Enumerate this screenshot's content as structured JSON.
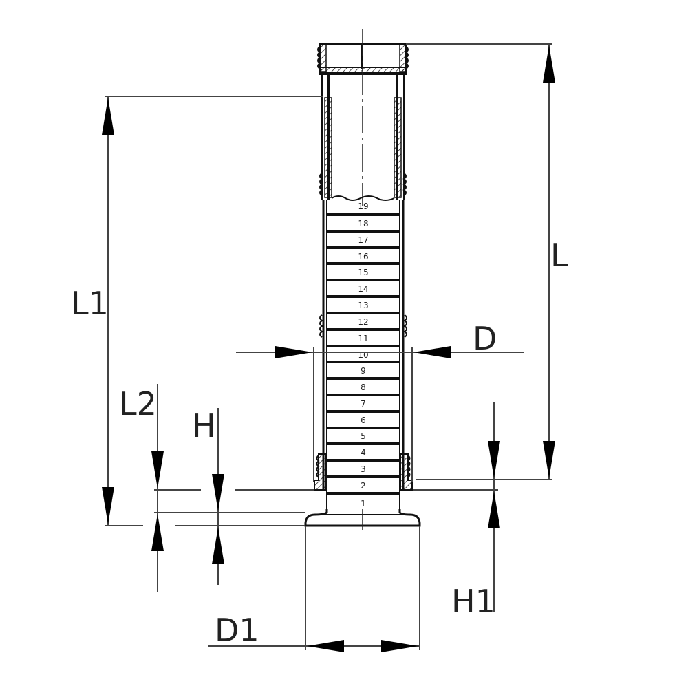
{
  "diagram": {
    "type": "technical-drawing",
    "subject": "adjustable telescopic support with numbered height segments",
    "dimension_labels": {
      "L": "L",
      "L1": "L1",
      "L2": "L2",
      "H": "H",
      "H1": "H1",
      "D": "D",
      "D1": "D1"
    },
    "segments": [
      "1",
      "2",
      "3",
      "4",
      "5",
      "6",
      "7",
      "8",
      "9",
      "10",
      "11",
      "12",
      "13",
      "14",
      "15",
      "16",
      "17",
      "18",
      "19"
    ],
    "colors": {
      "line": "#111111",
      "dim_line": "#444444",
      "background": "#ffffff"
    }
  }
}
